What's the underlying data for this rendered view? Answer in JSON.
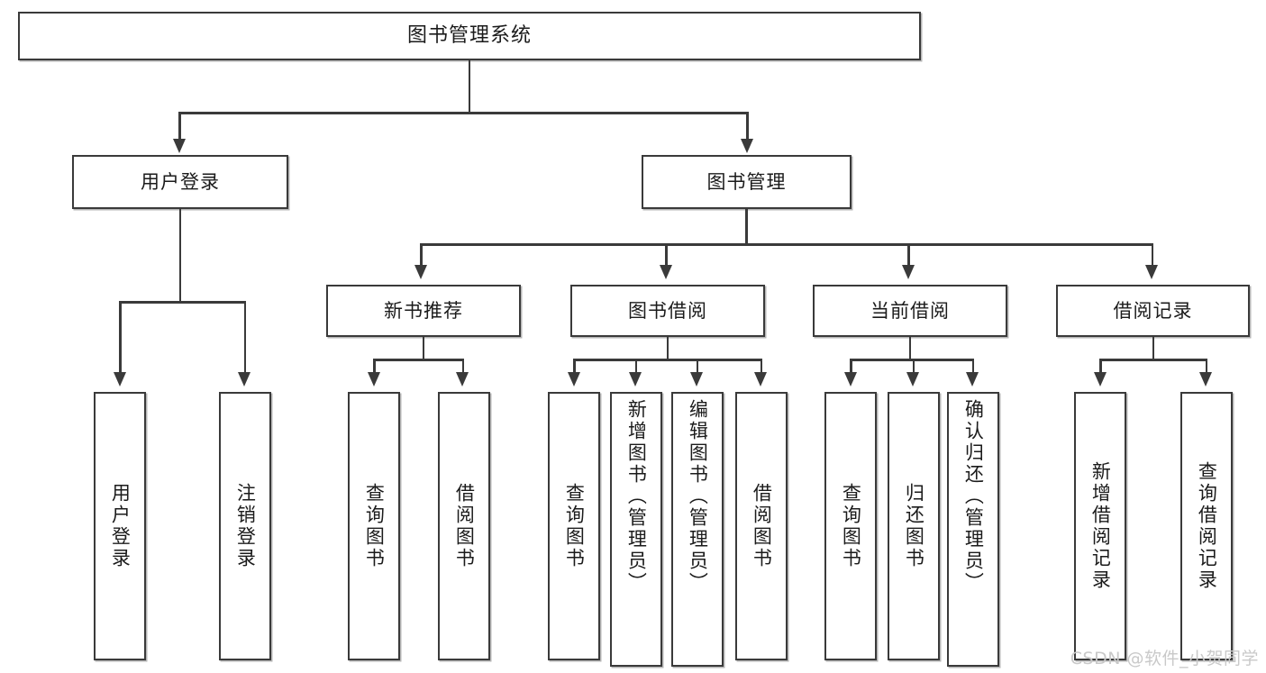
{
  "diagram": {
    "root": {
      "label": "图书管理系统"
    },
    "level2": [
      {
        "label": "用户登录"
      },
      {
        "label": "图书管理"
      }
    ],
    "level3": [
      {
        "label": "新书推荐"
      },
      {
        "label": "图书借阅"
      },
      {
        "label": "当前借阅"
      },
      {
        "label": "借阅记录"
      }
    ],
    "leaves": {
      "user_login": [
        {
          "label": "用户登录"
        },
        {
          "label": "注销登录"
        }
      ],
      "new_book": [
        {
          "label": "查询图书"
        },
        {
          "label": "借阅图书"
        }
      ],
      "book_borrow": [
        {
          "label": "查询图书"
        },
        {
          "label": "新增图书（管理员）"
        },
        {
          "label": "编辑图书（管理员）"
        },
        {
          "label": "借阅图书"
        }
      ],
      "current_borrow": [
        {
          "label": "查询图书"
        },
        {
          "label": "归还图书"
        },
        {
          "label": "确认归还（管理员）"
        }
      ],
      "borrow_record": [
        {
          "label": "新增借阅记录"
        },
        {
          "label": "查询借阅记录"
        }
      ]
    }
  },
  "watermark": {
    "text": "CSDN @软件_小贺同学"
  },
  "colors": {
    "stroke": "#3a3a3a",
    "background": "#ffffff",
    "text": "#1b1b1b",
    "watermark": "#c9c9c9"
  }
}
